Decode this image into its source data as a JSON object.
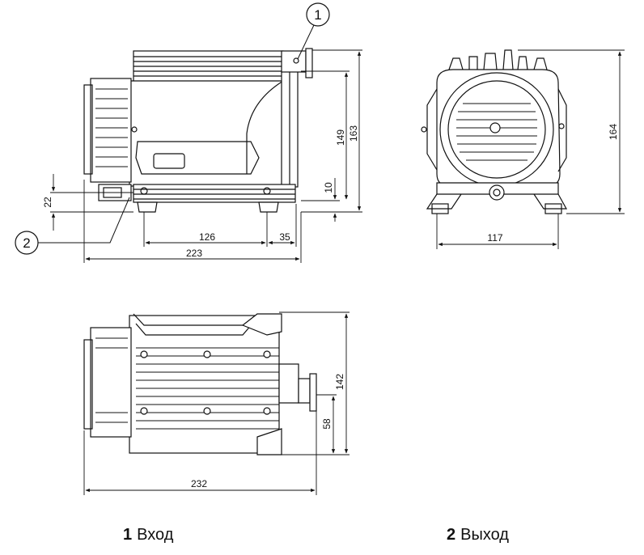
{
  "callouts": [
    {
      "number": "1",
      "label": "Вход"
    },
    {
      "number": "2",
      "label": "Выход"
    }
  ],
  "side_view": {
    "dim_height_outer": "163",
    "dim_height_inner": "149",
    "dim_foot_gap": "10",
    "dim_outlet_height": "22",
    "dim_foot_spacing": "126",
    "dim_rear_offset": "35",
    "dim_total_length": "223"
  },
  "front_view": {
    "dim_height": "164",
    "dim_foot_width": "117"
  },
  "top_view": {
    "dim_width": "142",
    "dim_inlet_offset": "58",
    "dim_total_length": "232"
  }
}
